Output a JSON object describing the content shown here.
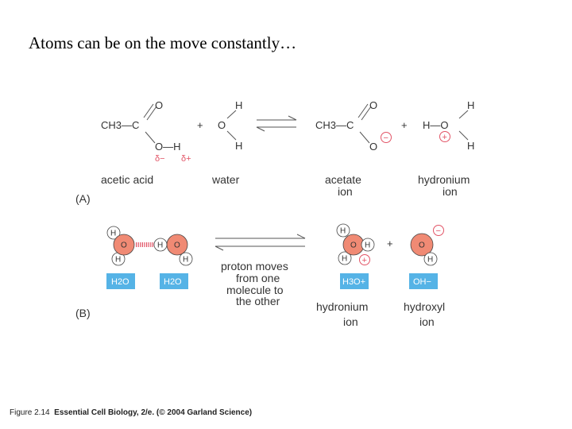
{
  "slide": {
    "title": "Atoms can be on the move constantly…"
  },
  "panel_a": {
    "tag": "(A)",
    "acetic": {
      "ch3": "CH3—C",
      "o_top": "O",
      "oh": "O—H",
      "label": "acetic acid",
      "delta_minus": "δ−",
      "delta_plus": "δ+"
    },
    "plus": "+",
    "water": {
      "o": "O",
      "h_top": "H",
      "h_bot": "H",
      "label": "water"
    },
    "acetate": {
      "ch3": "CH3—C",
      "o_top": "O",
      "o_bot": "O",
      "charge": "−",
      "label_line1": "acetate",
      "label_line2": "ion"
    },
    "plus2": "+",
    "hydronium": {
      "formula": "H—O",
      "h_top": "H",
      "h_bot": "H",
      "charge": "+",
      "label_line1": "hydronium",
      "label_line2": "ion"
    }
  },
  "panel_b": {
    "tag": "(B)",
    "atoms": {
      "o": "O",
      "h": "H"
    },
    "badge1": "H2O",
    "badge2": "H2O",
    "arrow_text": [
      "proton moves",
      "from one",
      "molecule to",
      "the other"
    ],
    "plus": "+",
    "badge3": "H3O+",
    "badge4": "OH−",
    "plus_charge": "+",
    "minus_charge": "−",
    "hydronium_line1": "hydronium",
    "hydronium_line2": "ion",
    "hydroxyl_line1": "hydroxyl",
    "hydroxyl_line2": "ion"
  },
  "caption": {
    "figure": "Figure 2.14",
    "text": "Essential Cell Biology, 2/e. (© 2004 Garland Science)"
  }
}
